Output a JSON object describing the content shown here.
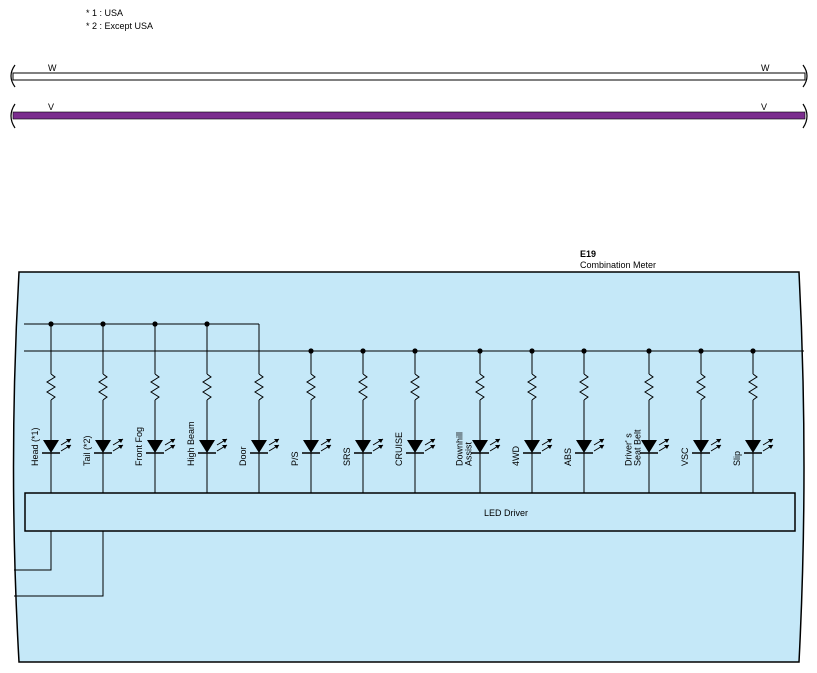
{
  "notes": [
    "* 1 : USA",
    "* 2 : Except USA"
  ],
  "wires": [
    {
      "code": "W",
      "color": "#ffffff"
    },
    {
      "code": "V",
      "color": "#7b2d8e"
    }
  ],
  "component": {
    "id": "E19",
    "name": "Combination Meter",
    "fill": "#c5e8f8",
    "driver_label": "LED Driver"
  },
  "indicators": [
    {
      "lines": [
        "Head (*1)"
      ],
      "bus": "upper"
    },
    {
      "lines": [
        "Tail (*2)"
      ],
      "bus": "upper"
    },
    {
      "lines": [
        "Front Fog"
      ],
      "bus": "upper"
    },
    {
      "lines": [
        "High Beam"
      ],
      "bus": "upper"
    },
    {
      "lines": [
        "Door"
      ],
      "bus": "upper"
    },
    {
      "lines": [
        "P/S"
      ],
      "bus": "lower"
    },
    {
      "lines": [
        "SRS"
      ],
      "bus": "lower"
    },
    {
      "lines": [
        "CRUISE"
      ],
      "bus": "lower"
    },
    {
      "lines": [
        "Downhill",
        "Assist"
      ],
      "bus": "lower"
    },
    {
      "lines": [
        "4WD"
      ],
      "bus": "lower"
    },
    {
      "lines": [
        "ABS"
      ],
      "bus": "lower"
    },
    {
      "lines": [
        "Driver' s",
        "Seat Belt"
      ],
      "bus": "lower"
    },
    {
      "lines": [
        "VSC"
      ],
      "bus": "lower"
    },
    {
      "lines": [
        "Slip"
      ],
      "bus": "lower"
    }
  ]
}
